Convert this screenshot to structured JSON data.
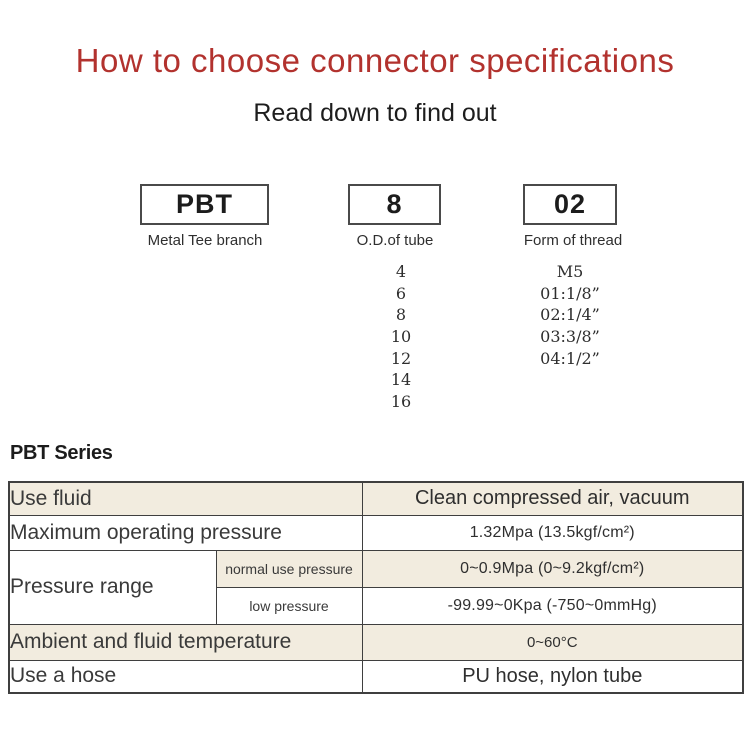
{
  "page": {
    "title": "How to choose connector specifications",
    "subtitle": "Read down to find out",
    "title_color": "#b2322e",
    "accent_bg": "#f2ecdf"
  },
  "code_selector": {
    "boxes": [
      {
        "code": "PBT",
        "caption": "Metal Tee branch"
      },
      {
        "code": "8",
        "caption": "O.D.of tube",
        "options": [
          "4",
          "6",
          "8",
          "10",
          "12",
          "14",
          "16"
        ]
      },
      {
        "code": "02",
        "caption": "Form of thread",
        "options": [
          "M5",
          "01:1/8”",
          "02:1/4”",
          "03:3/8”",
          "04:1/2”"
        ]
      }
    ]
  },
  "series": {
    "heading": "PBT Series"
  },
  "spec_table": {
    "rows": {
      "use_fluid": {
        "label": "Use fluid",
        "value": "Clean compressed air, vacuum"
      },
      "max_pressure": {
        "label": "Maximum operating pressure",
        "value": "1.32Mpa (13.5kgf/cm²)"
      },
      "pressure_range": {
        "label": "Pressure range",
        "normal": {
          "label": "normal use pressure",
          "value": "0~0.9Mpa (0~9.2kgf/cm²)"
        },
        "low": {
          "label": "low pressure",
          "value": "-99.99~0Kpa (-750~0mmHg)"
        }
      },
      "temperature": {
        "label": "Ambient and fluid temperature",
        "value": "0~60°C"
      },
      "hose": {
        "label": "Use a hose",
        "value": "PU hose, nylon tube"
      }
    }
  }
}
